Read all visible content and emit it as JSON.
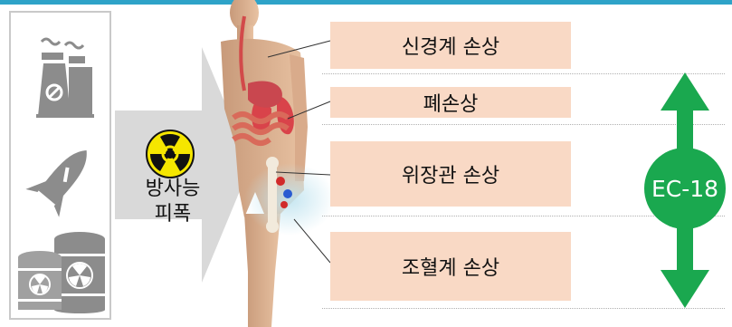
{
  "radiation": {
    "label": "방사능\n피폭"
  },
  "effects": [
    {
      "label": "신경계 손상"
    },
    {
      "label": "폐손상"
    },
    {
      "label": "위장관 손상"
    },
    {
      "label": "조혈계 손상"
    }
  ],
  "treatment": {
    "label": "EC-18"
  },
  "icons": [
    "nuclear-plant-icon",
    "missile-icon",
    "radioactive-barrels-icon",
    "radiation-warning-icon",
    "human-anatomy-figure"
  ],
  "colors": {
    "header_bar": "#2ea3c8",
    "arrow_gray": "#d9d9d9",
    "effect_box": "#f9d9c5",
    "treatment_green": "#1aa84f",
    "icon_gray": "#8c8c8c",
    "radiation_yellow": "#f5e600"
  }
}
